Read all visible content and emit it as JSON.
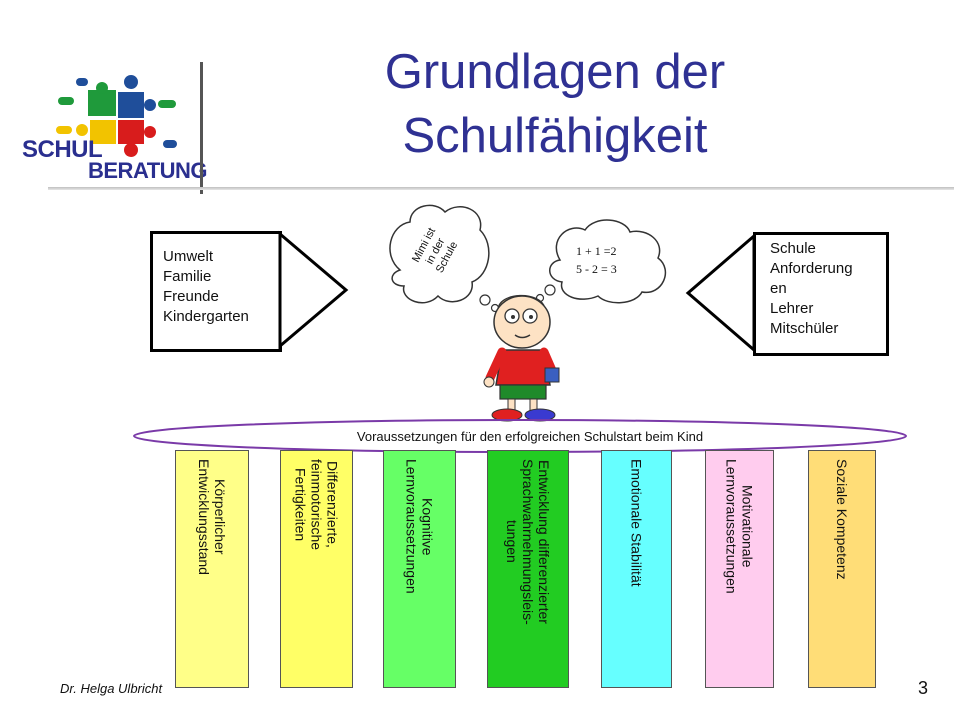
{
  "slide": {
    "title_line1": "Grundlagen der",
    "title_line2": "Schulfähigkeit",
    "author": "Dr. Helga Ulbricht",
    "page_number": "3"
  },
  "logo": {
    "text_top": "SCHUL",
    "text_bottom": "BERATUNG"
  },
  "left_box": {
    "items": [
      "Umwelt",
      "Familie",
      "Freunde",
      "Kindergarten"
    ]
  },
  "right_box": {
    "items": [
      "Schule",
      "Anforderung",
      "en",
      "Lehrer",
      "Mitschüler"
    ]
  },
  "thought_bubbles": {
    "left_text": [
      "Mimi ist",
      "in der",
      "Schule"
    ],
    "right_text": [
      "1 + 1 =2",
      "5 - 2 = 3"
    ]
  },
  "ellipse_label": "Voraussetzungen für den erfolgreichen Schulstart beim Kind",
  "columns": [
    {
      "label": "Körperlicher\nEntwicklungsstand",
      "color": "#ffff88"
    },
    {
      "label": "Differenzierte,\nfeinmotorische\nFertigkeiten",
      "color": "#ffff66"
    },
    {
      "label": "Kognitive\nLernvoraussetzungen",
      "color": "#66ff66"
    },
    {
      "label": "Entwicklung differenzierter\nSprachwahrnehmungsleis-\ntungen",
      "color": "#22cc22"
    },
    {
      "label": "Emotionale Stabilität",
      "color": "#66ffff"
    },
    {
      "label": "Motivationale\nLernvoraussetzungen",
      "color": "#ffccee"
    },
    {
      "label": "Soziale Kompetenz",
      "color": "#ffdd77"
    }
  ],
  "colors": {
    "title": "#2f3193",
    "ellipse": "#7a3aa8"
  }
}
